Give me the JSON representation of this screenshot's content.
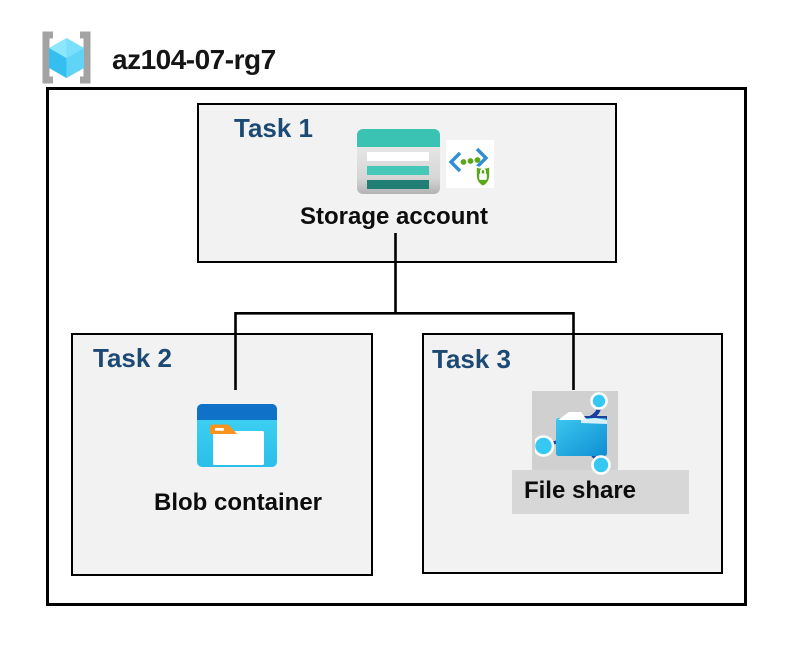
{
  "header": {
    "resource_group_name": "az104-07-rg7",
    "icon": "resource-group-icon"
  },
  "diagram": {
    "tasks": [
      {
        "label": "Task 1",
        "resource": "Storage account",
        "icons": [
          "storage-account-icon",
          "secure-network-access-icon"
        ]
      },
      {
        "label": "Task 2",
        "resource": "Blob container",
        "icons": [
          "blob-container-icon"
        ]
      },
      {
        "label": "Task 3",
        "resource": "File share",
        "icons": [
          "file-share-icon"
        ]
      }
    ],
    "connections": [
      {
        "from": "Storage account",
        "to": "Blob container"
      },
      {
        "from": "Storage account",
        "to": "File share"
      }
    ],
    "colors": {
      "task_label": "#1c4a74",
      "task_box_fill": "#f2f2f2",
      "box_border": "#000000",
      "connector": "#000000",
      "storage_teal": "#3ac2b2",
      "storage_teal_mid": "#46c8b8",
      "storage_teal_dark": "#217e75",
      "blob_top_blue": "#0f72c8",
      "blob_cyan": "#35ccf0",
      "fileshare_cyan": "#2bbcec",
      "fileshare_navy": "#1b3f9e",
      "security_green": "#5ba71b",
      "security_blue": "#2f8ed6",
      "cube_cyan_top": "#8ce6fc",
      "cube_cyan_left": "#35bff0",
      "cube_cyan_right": "#5fd4f7",
      "bracket_gray": "#a3a3a3",
      "fileshare_bg_gray": "#d0d0d0",
      "label_band_gray": "#d7d7d7"
    }
  }
}
